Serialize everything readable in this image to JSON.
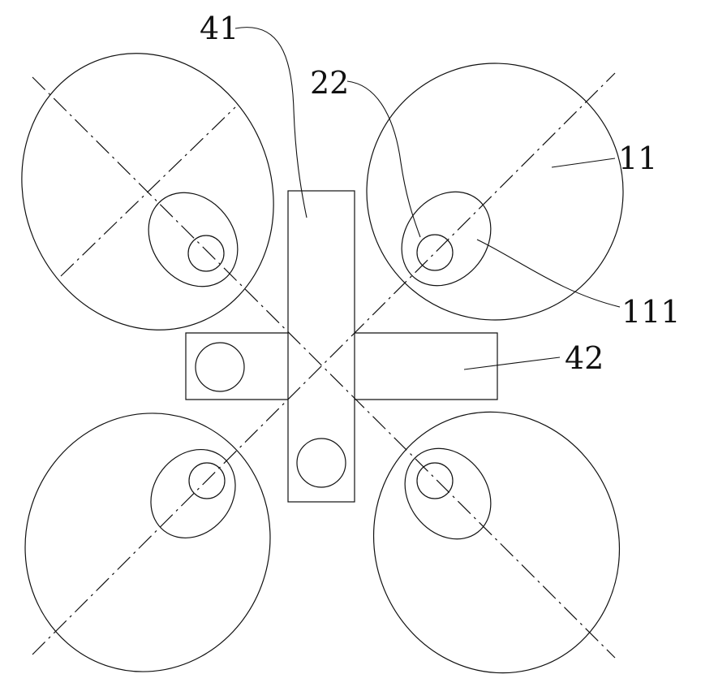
{
  "diagram": {
    "colors": {
      "stroke": "#111111",
      "background": "#ffffff"
    },
    "labels": {
      "l41": "41",
      "l22": "22",
      "l11": "11",
      "l111": "111",
      "l42": "42"
    }
  }
}
